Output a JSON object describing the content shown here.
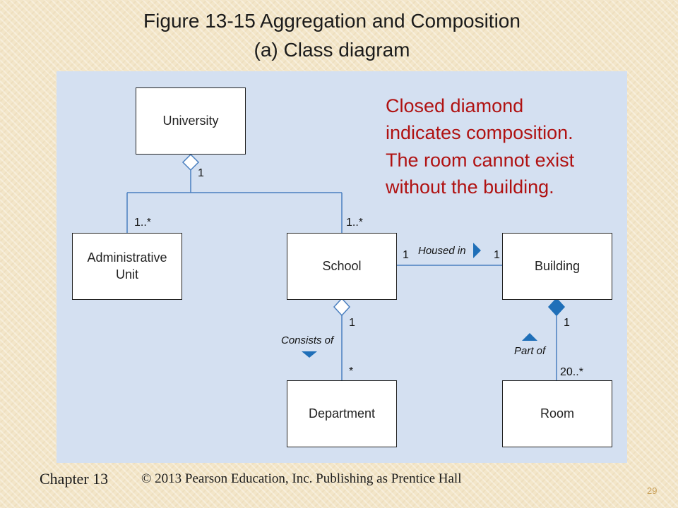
{
  "slide": {
    "title_line1": "Figure 13-15 Aggregation and Composition",
    "title_line2": "(a) Class diagram"
  },
  "classes": {
    "university": "University",
    "admin_unit_line1": "Administrative",
    "admin_unit_line2": "Unit",
    "school": "School",
    "building": "Building",
    "department": "Department",
    "room": "Room"
  },
  "multiplicities": {
    "university_end": "1",
    "admin_unit_end": "1..*",
    "school_top_end": "1..*",
    "school_building_school_end": "1",
    "school_building_building_end": "1",
    "school_department_school_end": "1",
    "department_end": "*",
    "building_room_building_end": "1",
    "room_end": "20..*"
  },
  "roles": {
    "housed_in": "Housed in",
    "consists_of": "Consists of",
    "part_of": "Part of"
  },
  "note": {
    "lines": [
      "Closed diamond",
      "indicates composition.",
      "The room cannot exist",
      "without the building."
    ]
  },
  "footer": {
    "chapter": "Chapter 13",
    "copyright": "© 2013 Pearson Education, Inc.  Publishing as Prentice Hall",
    "page_number": "29"
  },
  "colors": {
    "connector": "#4a7fbf",
    "note_text": "#b01212",
    "panel": "#d4e0f1"
  }
}
